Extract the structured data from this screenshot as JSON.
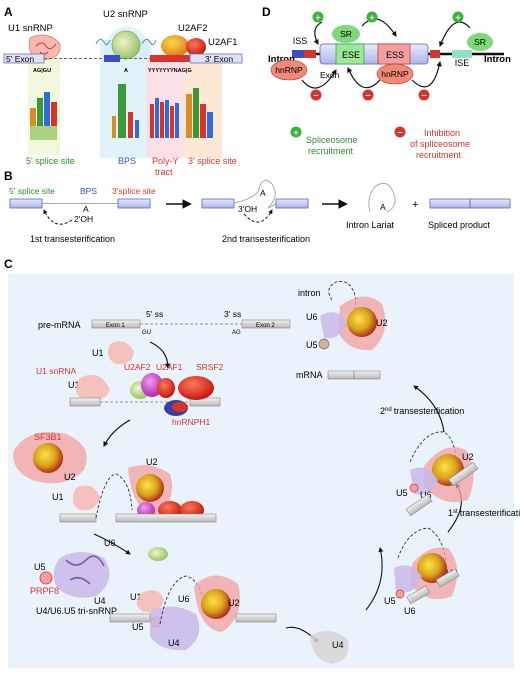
{
  "panels": {
    "a": "A",
    "b": "B",
    "c": "C",
    "d": "D"
  },
  "colors": {
    "red": "#d9342b",
    "green": "#2e8b2e",
    "blue": "#3b4fc4",
    "pink": "#f4a0a0",
    "lavender": "#c9b8e8",
    "exon": "#c8cdf0",
    "panel_c_bg": "#eaf2fb"
  },
  "panel_a": {
    "u1": "U1 snRNP",
    "u2": "U2 snRNP",
    "u2af2": "U2AF2",
    "u2af1": "U2AF1",
    "exon5": "5' Exon",
    "exon3": "3' Exon",
    "seq_ss5": "AG|GU",
    "seq_bps": "A",
    "seq_ppt": "YYYYYYYNAG|G",
    "ss5": "5' splice site",
    "bps": "BPS",
    "ppt1": "Poly-Y",
    "ppt2": "tract",
    "ss3": "3' splice site"
  },
  "panel_b": {
    "ss5": "5' splice site",
    "bps": "BPS",
    "ss3": "3'splice site",
    "a": "A",
    "oh2": "2'OH",
    "oh3": "3'OH",
    "step1": "1st transesterification",
    "step2": "2nd transesterification",
    "lariat": "Intron Lariat",
    "plus": "+",
    "product": "Spliced product"
  },
  "panel_c": {
    "premrna": "pre-mRNA",
    "ss5": "5' ss",
    "ss3": "3' ss",
    "exon1": "Exon 1",
    "exon2": "Exon 2",
    "gu": "GU",
    "ag": "AG",
    "u1": "U1",
    "u2": "U2",
    "u4": "U4",
    "u5": "U5",
    "u6": "U6",
    "u1_snrna": "U1 snRNA",
    "u2af2": "U2AF2",
    "u2af1": "U2AF1",
    "srsf2": "SRSF2",
    "hnrnph1": "hnRNPH1",
    "sf3b1": "SF3B1",
    "prpf8": "PRPF8",
    "tri": "U4/U6.U5 tri-snRNP",
    "intron": "intron",
    "mrna": "mRNA",
    "step1_sup": "st",
    "step1_text": "transesterification",
    "step1_num": "1",
    "step2_sup": "nd",
    "step2_text": "transesterification",
    "step2_num": "2"
  },
  "panel_d": {
    "sr": "SR",
    "iss": "ISS",
    "ise": "ISE",
    "ese": "ESE",
    "ess": "ESS",
    "hnrnp": "hnRNP",
    "exon": "Exon",
    "intron": "Intron",
    "plus": "+",
    "minus": "−",
    "recruit1": "Spliceosome",
    "recruit2": "recruitment",
    "inhibit1": "Inhibition",
    "inhibit2": "of spliceosome",
    "inhibit3": "recruitment"
  }
}
